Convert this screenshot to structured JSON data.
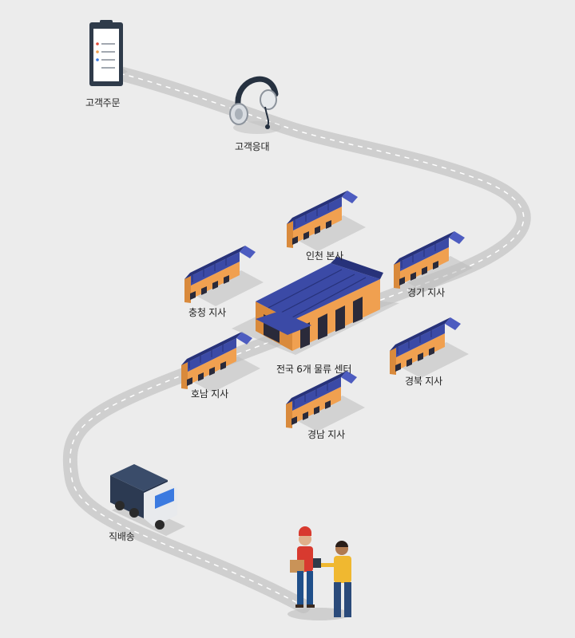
{
  "labels": {
    "order": "고객주문",
    "support": "고객응대",
    "incheon": "인천 본사",
    "gyeonggi": "경기 지사",
    "chungcheong": "충청 지사",
    "hub": "전국 6개 물류 센터",
    "gyeongbuk": "경북 지사",
    "honam": "호남 지사",
    "gyeongnam": "경남 지사",
    "direct": "직배송"
  },
  "colors": {
    "background": "#ececec",
    "road": "#d2d2d2",
    "road_line": "#ffffff",
    "roof": "#3b4aa6",
    "roof_dark": "#27327a",
    "wall": "#f0a050",
    "wall_dark": "#d98a3c",
    "door": "#2a2a3a"
  },
  "icons": {
    "order": "clipboard-icon",
    "support": "headset-icon",
    "delivery": "truck-icon",
    "handoff": "delivery-people-icon"
  }
}
